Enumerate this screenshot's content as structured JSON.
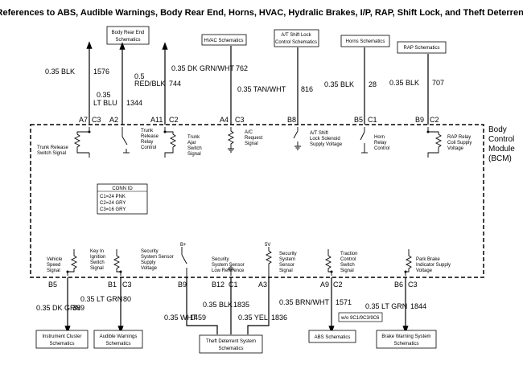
{
  "title": "References to ABS, Audible Warnings, Body Rear End, Horns, HVAC, Hydralic  Brakes, I/P, RAP, Shift Lock, and Theft Deterrent",
  "module": {
    "name_lines": [
      "Body",
      "Control",
      "Module",
      "(BCM)"
    ]
  },
  "conn_id": {
    "label": "CONN ID",
    "lines": [
      "C1=24 PNK",
      "C2=24 GRY",
      "C3=16 GRY"
    ]
  },
  "top_boxes": {
    "body_rear_end": [
      "Body Rear End",
      "Schematics"
    ],
    "hvac": [
      "HVAC Schematics"
    ],
    "shift_lock": [
      "A/T Shift Lock",
      "Control Schematics"
    ],
    "horns": [
      "Horns Schematics"
    ],
    "rap": [
      "RAP Schematics"
    ]
  },
  "top_wires": {
    "trunk_release": {
      "size": "0.35 BLK",
      "circuit": "1576",
      "pin": "A7",
      "conn": "C3"
    },
    "trunk_relay": {
      "size_lines": [
        "0.35",
        "LT BLU"
      ],
      "circuit": "1344",
      "pin": "A2"
    },
    "trunk_ajar": {
      "size_lines": [
        "0.5",
        "RED/BLK"
      ],
      "circuit": "744",
      "pin": "A11",
      "conn": "C2"
    },
    "ac_request": {
      "size": "0.35 DK GRN/WHT",
      "circuit": "762",
      "pin": "A4",
      "conn": "C3"
    },
    "shift_lock": {
      "size": "0.35 TAN/WHT",
      "circuit": "816",
      "pin": "B8"
    },
    "horn": {
      "size": "0.35 BLK",
      "circuit": "28",
      "pin": "B5",
      "conn": "C1"
    },
    "rap": {
      "size": "0.35 BLK",
      "circuit": "707",
      "pin": "B9",
      "conn": "C2"
    }
  },
  "top_signals": {
    "trunk_release": [
      "Trunk Release",
      "Switch Signal"
    ],
    "trunk_relay": [
      "Trunk",
      "Release",
      "Relay",
      "Control"
    ],
    "trunk_ajar": [
      "Trunk",
      "Ajar",
      "Switch",
      "Signal"
    ],
    "ac_request": [
      "A/C",
      "Request",
      "Signal"
    ],
    "shift_lock": [
      "A/T Shift",
      "Lock Solenoid",
      "Supply Voltage"
    ],
    "horn": [
      "Horn",
      "Relay",
      "Control"
    ],
    "rap": [
      "RAP Relay",
      "Coil Supply",
      "Voltage"
    ]
  },
  "bottom_signals": {
    "vehicle_speed": [
      "Vehicle",
      "Speed",
      "Signal"
    ],
    "key_in": [
      "Key In",
      "Ignition",
      "Switch",
      "Signal"
    ],
    "security_supply": [
      "Security",
      "System Sensor",
      "Supply",
      "Voltage"
    ],
    "security_low": [
      "Security",
      "System Sensor",
      "Low Reference"
    ],
    "security_signal": [
      "Security",
      "System",
      "Sensor",
      "Signal"
    ],
    "traction": [
      "Traction",
      "Control",
      "Switch",
      "Signal"
    ],
    "park_brake": [
      "Park Brake",
      "Indicator Supply",
      "Voltage"
    ]
  },
  "bottom_supply_labels": {
    "b_plus": "B+",
    "five_v": "5V"
  },
  "bottom_pins": {
    "vehicle_speed": {
      "pin": "B5"
    },
    "key_in": {
      "pin": "B1",
      "conn": "C3"
    },
    "security_supply": {
      "pin": "B9"
    },
    "security_low": {
      "pin": "B12",
      "conn": "C1"
    },
    "security_signal": {
      "pin": "A3"
    },
    "traction": {
      "pin": "A9",
      "conn": "C2"
    },
    "park_brake": {
      "pin": "B6",
      "conn": "C3"
    }
  },
  "bottom_wires": {
    "vehicle_speed": {
      "size": "0.35 DK GRN",
      "circuit": "389"
    },
    "key_in": {
      "size": "0.35 LT GRN",
      "circuit": "80"
    },
    "security_supply": {
      "size": "0.35 WHT",
      "circuit": "1459"
    },
    "security_low": {
      "size": "0.35 BLK",
      "circuit": "1835"
    },
    "security_signal": {
      "size": "0.35 YEL",
      "circuit": "1836"
    },
    "traction": {
      "size": "0.35 BRN/WHT",
      "circuit": "1571"
    },
    "park_brake": {
      "size": "0.35 LT GRN",
      "circuit": "1844"
    }
  },
  "option_note": "w/o 9C1/9C3/9C6",
  "bottom_boxes": {
    "instrument": [
      "Instrument Cluster",
      "Schematics"
    ],
    "audible": [
      "Audible Warnings",
      "Schematics"
    ],
    "theft": [
      "Theft Deterrent System",
      "Schematics"
    ],
    "abs": [
      "ABS Schematics"
    ],
    "brake_warning": [
      "Brake Warning System",
      "Schematics"
    ]
  }
}
